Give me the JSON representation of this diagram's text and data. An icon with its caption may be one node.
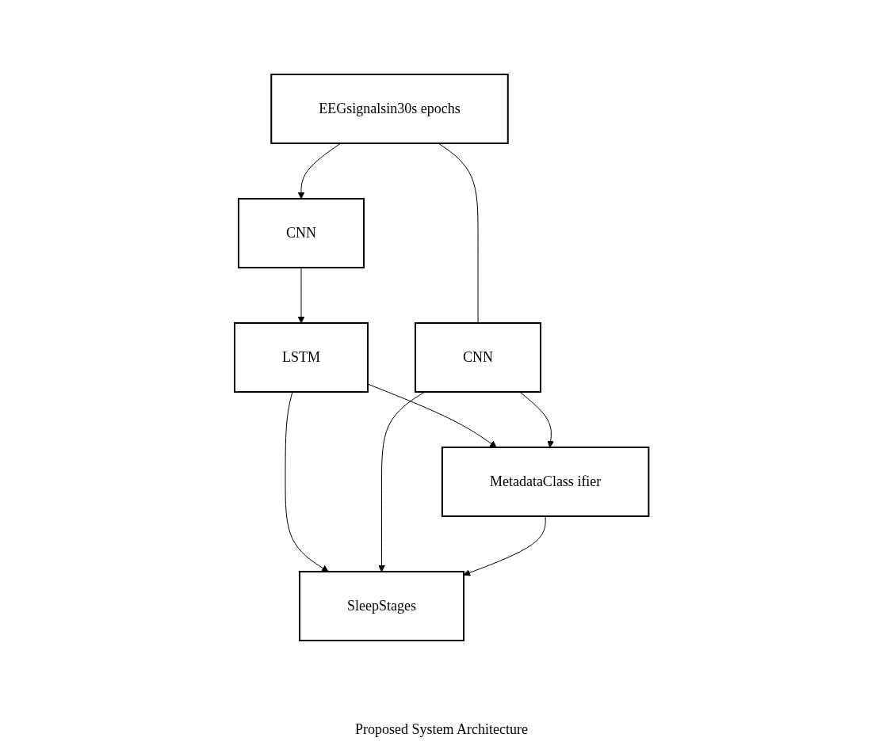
{
  "diagram": {
    "caption": "Proposed System Architecture",
    "nodes": [
      {
        "text": [
          "EEGsignalsin30s epochs"
        ]
      },
      {
        "text": [
          "CNN"
        ]
      },
      {
        "text": [
          "LSTM"
        ]
      },
      {
        "text": [
          "CNN"
        ]
      },
      {
        "text": [
          "MetadataClass ifier"
        ]
      },
      {
        "text": [
          "SleepStages"
        ]
      }
    ],
    "edges": [
      {
        "from": 0,
        "to": 1,
        "arrow": "to"
      },
      {
        "from": 0,
        "to": 3,
        "arrow": "none"
      },
      {
        "from": 1,
        "to": 2,
        "arrow": "to"
      },
      {
        "from": 2,
        "to": 4,
        "arrow": "to"
      },
      {
        "from": 2,
        "to": 5,
        "arrow": "to"
      },
      {
        "from": 3,
        "to": 5,
        "arrow": "to"
      },
      {
        "from": 3,
        "to": 4,
        "arrow": "to"
      },
      {
        "from": 4,
        "to": 5,
        "arrow": "to"
      }
    ]
  }
}
